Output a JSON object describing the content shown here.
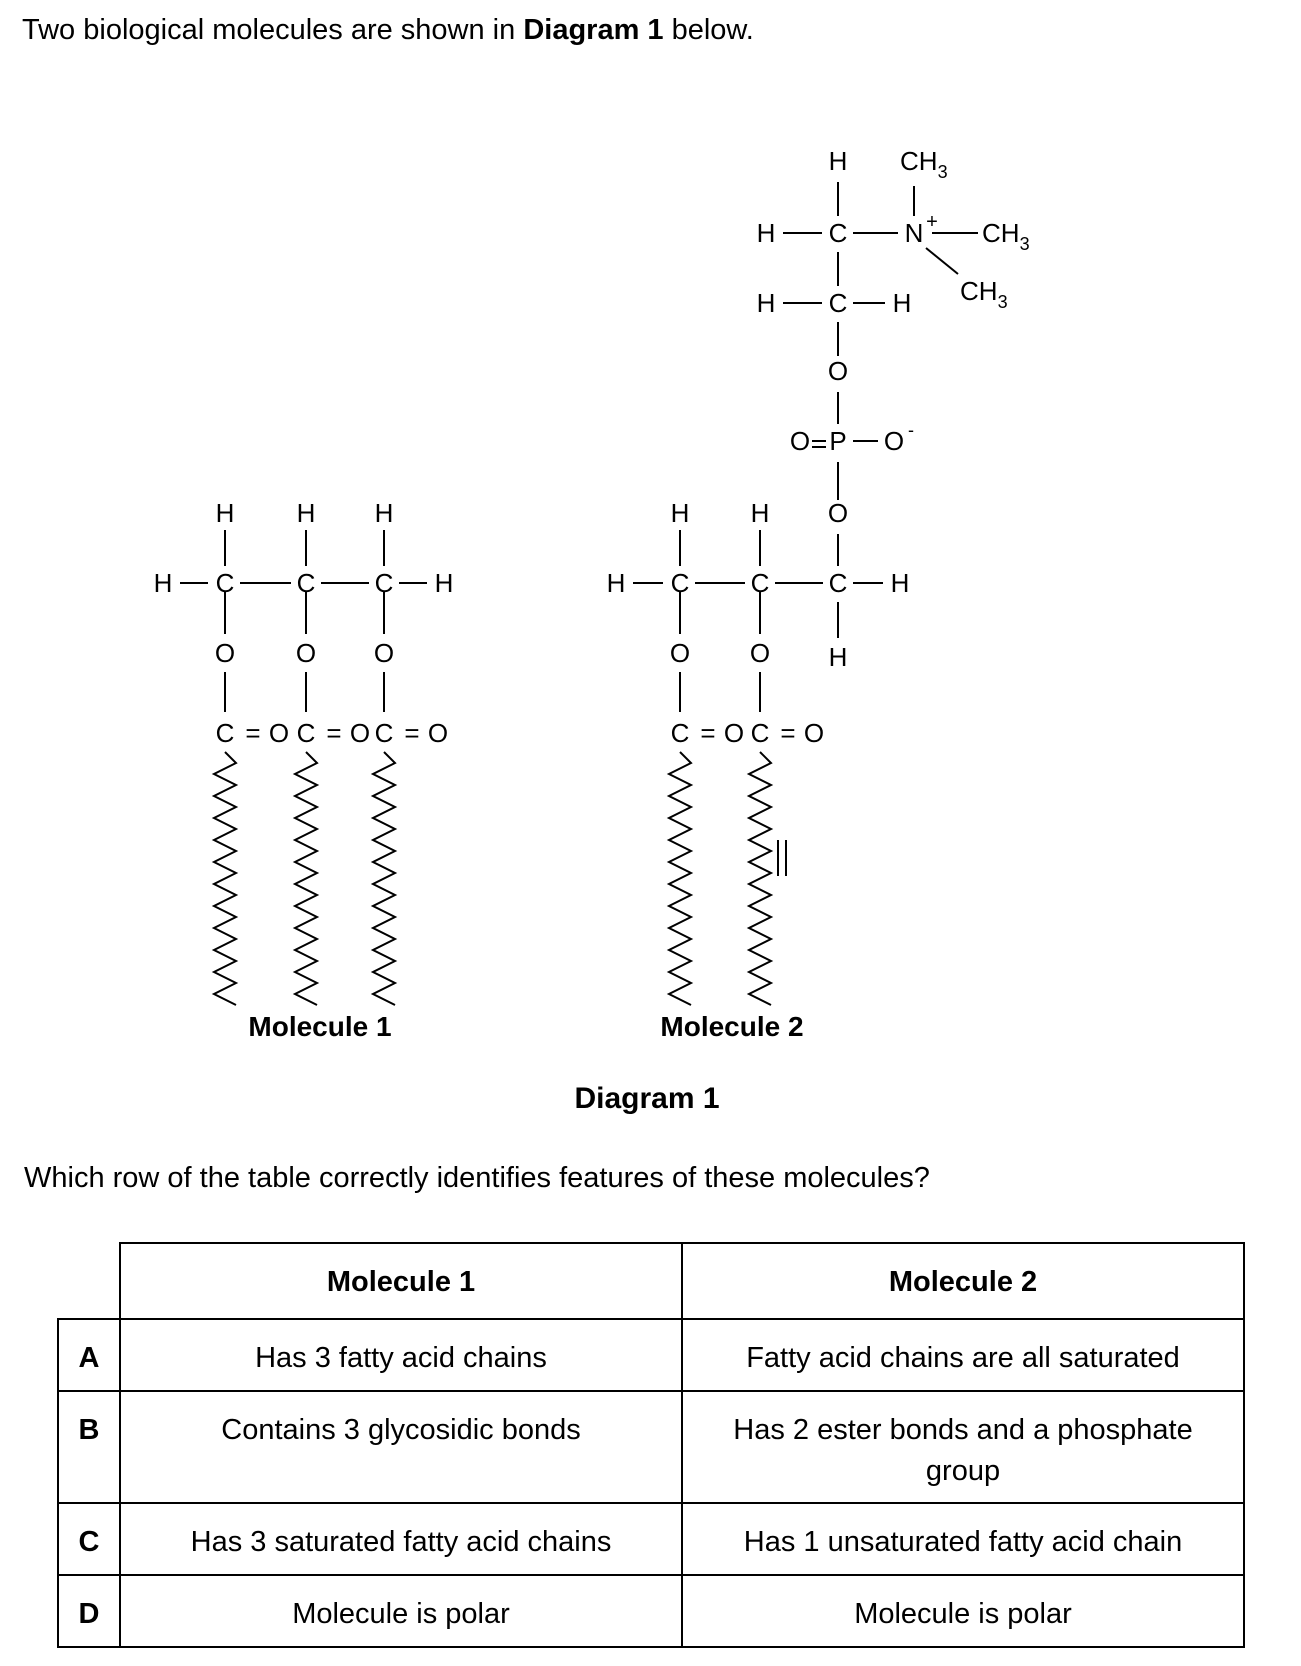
{
  "intro": {
    "before": "Two biological molecules are shown in ",
    "bold": "Diagram 1",
    "after": " below."
  },
  "diagram": {
    "title": "Diagram 1",
    "molecule1_label": "Molecule 1",
    "molecule2_label": "Molecule 2",
    "atoms": {
      "H": "H",
      "C": "C",
      "O": "O",
      "P": "P",
      "N": "N",
      "CH3": "CH",
      "sub3": "3",
      "plus": "+",
      "minus": "-",
      "eq": "="
    }
  },
  "question": "Which row of the table correctly identifies features of these molecules?",
  "table": {
    "headers": [
      "Molecule 1",
      "Molecule 2"
    ],
    "rows": [
      {
        "letter": "A",
        "m1": "Has 3 fatty acid chains",
        "m2": "Fatty acid chains are all saturated"
      },
      {
        "letter": "B",
        "m1": "Contains 3 glycosidic bonds",
        "m2": "Has 2 ester bonds and a phosphate group"
      },
      {
        "letter": "C",
        "m1": "Has 3 saturated fatty acid chains",
        "m2": "Has 1 unsaturated fatty acid chain"
      },
      {
        "letter": "D",
        "m1": "Molecule is polar",
        "m2": "Molecule is polar"
      }
    ]
  }
}
